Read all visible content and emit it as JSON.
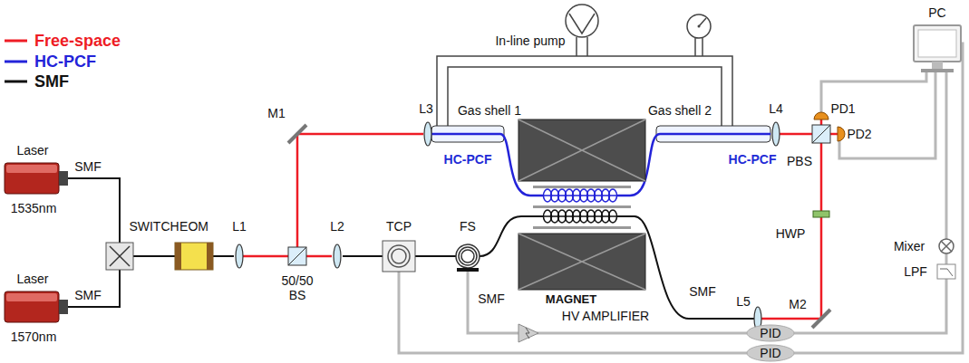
{
  "diagram": {
    "labels": [
      "In-line pump",
      "PC",
      "Laser",
      "1535nm",
      "SMF",
      "Laser",
      "1570nm",
      "SMF",
      "SWITCH",
      "EOM",
      "L1",
      "50/50 BS",
      "L2",
      "M1",
      "L3",
      "Gas shell 1",
      "HC-PCF",
      "TCP",
      "FS",
      "SMF",
      "MAGNET",
      "Gas shell 2",
      "HC-PCF",
      "L4",
      "PBS",
      "PD1",
      "PD2",
      "HWP",
      "SMF",
      "L5",
      "M2",
      "Mixer",
      "LPF",
      "HV AMPLIFIER",
      "PID",
      "PID"
    ],
    "legend": [
      {
        "text": "Free-space"
      },
      {
        "text": "HC-PCF"
      },
      {
        "text": "SMF"
      }
    ]
  }
}
